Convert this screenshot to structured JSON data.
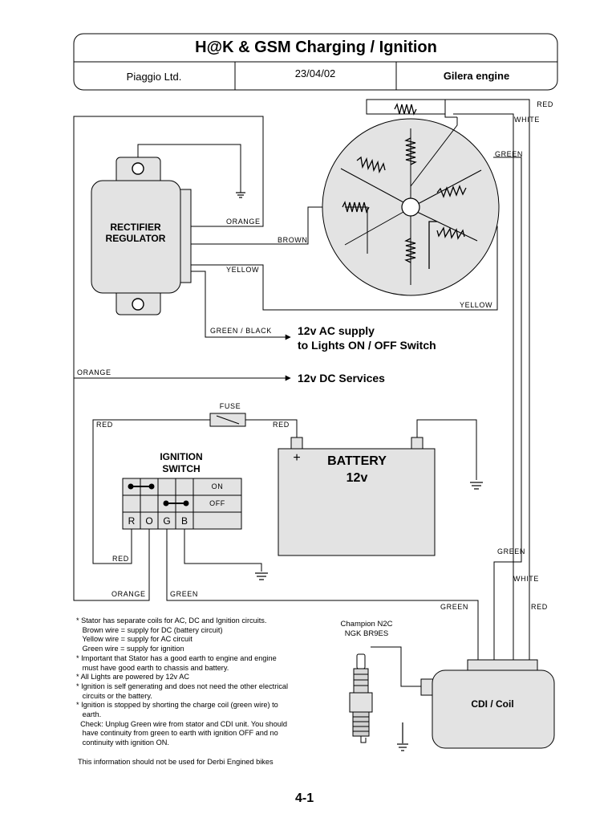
{
  "header": {
    "title": "H@K & GSM Charging / Ignition",
    "company": "Piaggio Ltd.",
    "date": "23/04/02",
    "engine": "Gilera engine"
  },
  "components": {
    "regulator_line1": "RECTIFIER",
    "regulator_line2": "REGULATOR",
    "battery_title": "BATTERY",
    "battery_voltage": "12v",
    "battery_plus": "+",
    "switch_line1": "IGNITION",
    "switch_line2": "SWITCH",
    "switch_on": "ON",
    "switch_off": "OFF",
    "switch_terminals": [
      "R",
      "O",
      "G",
      "B"
    ],
    "fuse": "FUSE",
    "cdi": "CDI / Coil",
    "plug_line1": "Champion N2C",
    "plug_line2": "NGK BR9ES"
  },
  "wires": {
    "red": "RED",
    "white": "WHITE",
    "green": "GREEN",
    "orange": "ORANGE",
    "brown": "BROWN",
    "yellow": "YELLOW",
    "green_black": "GREEN / BLACK"
  },
  "supplies": {
    "ac_line1": "12v AC supply",
    "ac_line2": "to Lights ON / OFF Switch",
    "dc": "12v DC Services"
  },
  "notes": [
    "* Stator has separate coils for AC, DC and Ignition circuits.",
    "   Brown wire = supply for DC (battery circuit)",
    "   Yellow wire = supply for AC circuit",
    "   Green wire = supply for ignition",
    "* Important that Stator has a good earth to engine and engine",
    "   must have good earth to chassis and battery.",
    "* All Lights are powered by 12v AC",
    "* Ignition is self generating and does not need the other electrical",
    "   circuits or the battery.",
    "* Ignition is stopped by shorting the charge coil (green wire) to",
    "   earth.",
    "  Check: Unplug Green wire from stator and CDI unit. You should",
    "   have continuity from green to earth with ignition OFF and no",
    "   continuity with ignition ON."
  ],
  "disclaimer": "This information should not be used for Derbi Engined bikes",
  "page_number": "4-1"
}
